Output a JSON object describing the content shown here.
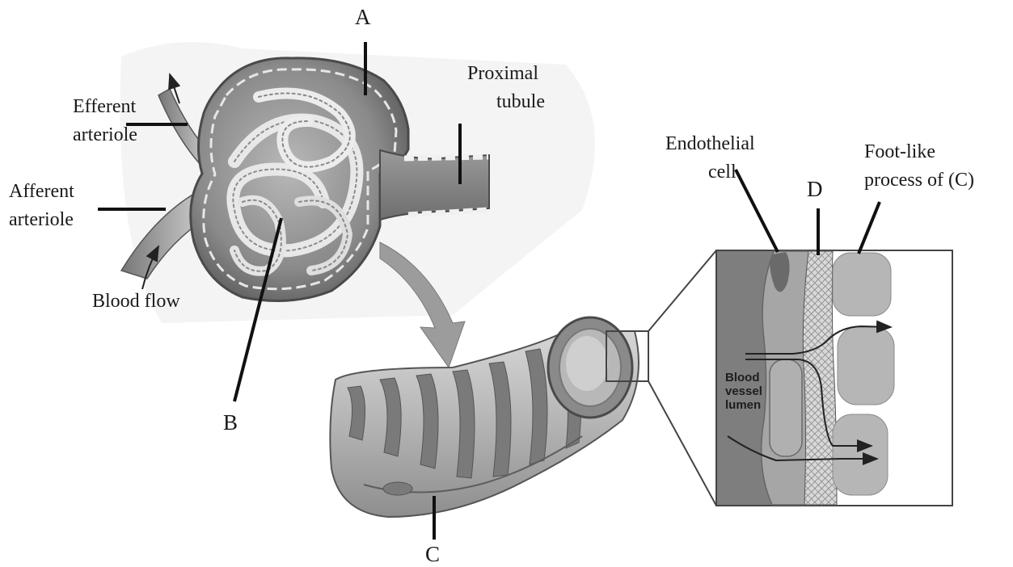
{
  "labels": {
    "a": "A",
    "b": "B",
    "c": "C",
    "d": "D",
    "efferent": [
      "Efferent",
      "arteriole"
    ],
    "afferent": [
      "Afferent",
      "arteriole"
    ],
    "blood_flow": "Blood flow",
    "proximal": [
      "Proximal",
      "tubule"
    ],
    "endothelial": [
      "Endothelial",
      "cell"
    ],
    "foot": [
      "Foot-like",
      "process of (C)"
    ],
    "lumen": [
      "Blood",
      "vessel",
      "lumen"
    ]
  }
}
